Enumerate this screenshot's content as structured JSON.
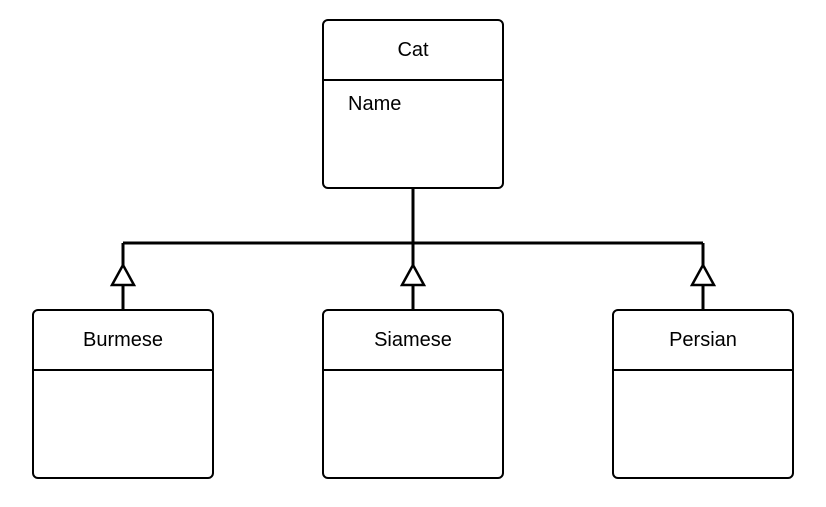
{
  "diagram": {
    "parent": {
      "name": "Cat",
      "attributes": [
        "Name"
      ]
    },
    "children": [
      {
        "name": "Burmese",
        "attributes": []
      },
      {
        "name": "Siamese",
        "attributes": []
      },
      {
        "name": "Persian",
        "attributes": []
      }
    ],
    "relationship": "generalization"
  }
}
